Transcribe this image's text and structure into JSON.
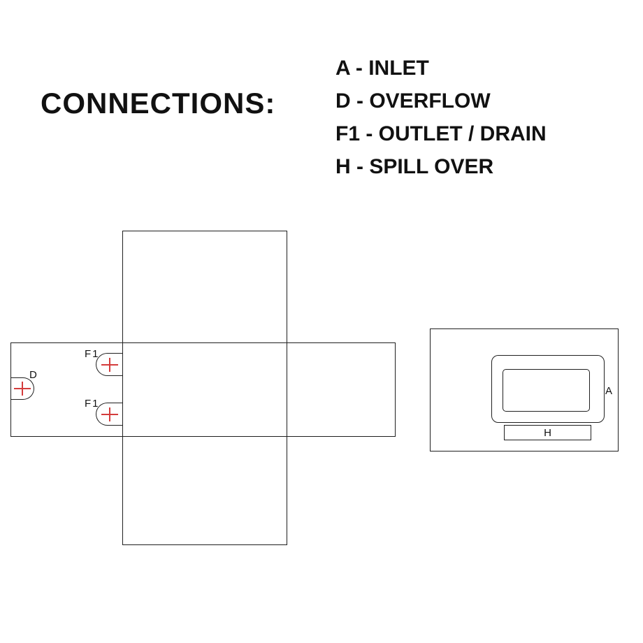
{
  "title": "CONNECTIONS:",
  "legend": {
    "items": [
      {
        "label": "A - INLET"
      },
      {
        "label": "D - OVERFLOW"
      },
      {
        "label": "F1 - OUTLET / DRAIN"
      },
      {
        "label": "H - SPILL OVER"
      }
    ]
  },
  "diagram": {
    "labels": {
      "d": "D",
      "f1_top": "F1",
      "f1_bottom": "F1",
      "a": "A",
      "h": "H"
    }
  },
  "colors": {
    "line": "#1f1f1f",
    "marker": "#d43c3c",
    "background": "#ffffff"
  }
}
